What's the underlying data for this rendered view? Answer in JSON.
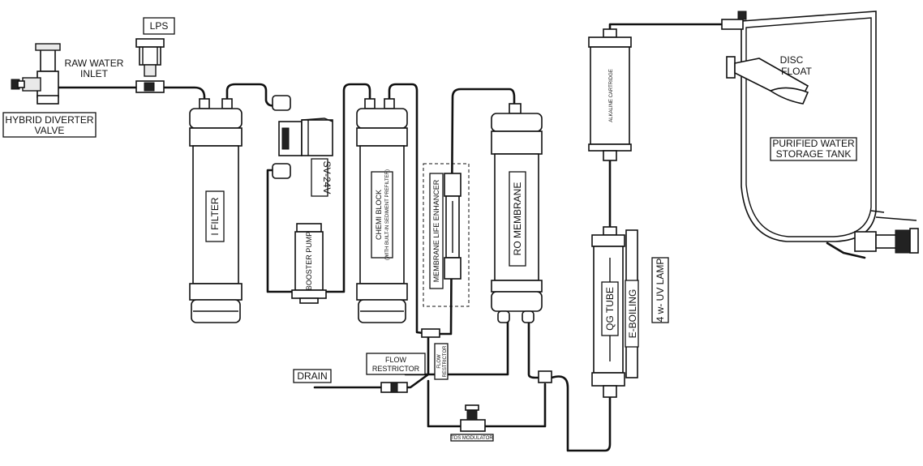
{
  "labels": {
    "lps": "LPS",
    "raw_water_inlet_1": "RAW WATER",
    "raw_water_inlet_2": "INLET",
    "hybrid_valve_1": "HYBRID DIVERTER",
    "hybrid_valve_2": "VALVE",
    "i_filter": "I FILTER",
    "sv_24v": "SV-24V",
    "booster_pump": "BOOSTER PUMP",
    "chemi_block": "CHEMI BLOCK",
    "chemi_block_sub": "(WITH BUILT-IN SEDIMENT PREFILTER)",
    "membrane_life_enhancer": "MEMBRANE LIFE ENHANCER",
    "ro_membrane": "RO MEMBRANE",
    "flow_restrictor_box_1": "FLOW",
    "flow_restrictor_box_2": "RESTRICTOR",
    "flow_restrictor_small_1": "FLOW",
    "flow_restrictor_small_2": "RESTRICTOR",
    "drain": "DRAIN",
    "tds_modulator": "TDS MODULATOR",
    "alkaline_cartridge": "ALKALINE CARTRIDGE",
    "qg_tube": "QG TUBE",
    "e_boiling": "E-BOILING",
    "uv_lamp": "4 w- UV LAMP",
    "disc_float_1": "DISC",
    "disc_float_2": "FLOAT",
    "storage_tank_1": "PURIFIED WATER",
    "storage_tank_2": "STORAGE TANK"
  },
  "colors": {
    "line": "#111111",
    "fill": "#ffffff",
    "shade": "#e9e9e9"
  }
}
